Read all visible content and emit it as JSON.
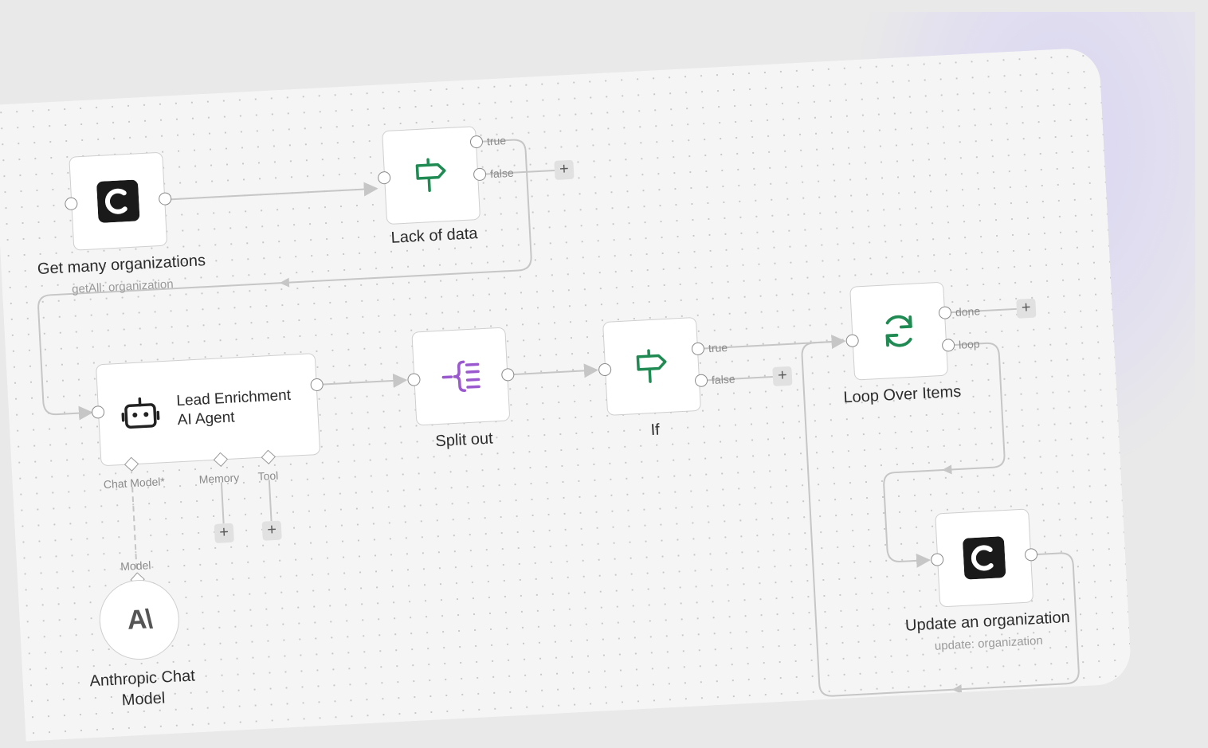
{
  "nodes": {
    "get_orgs": {
      "title": "Get many organizations",
      "subtitle": "getAll: organization"
    },
    "lack_of_data": {
      "title": "Lack of data",
      "outputs": [
        "true",
        "false"
      ]
    },
    "agent": {
      "title_line1": "Lead Enrichment",
      "title_line2": "AI Agent",
      "ports": {
        "chat_model": "Chat Model*",
        "memory": "Memory",
        "tool": "Tool"
      }
    },
    "split_out": {
      "title": "Split out"
    },
    "if_node": {
      "title": "If",
      "outputs": [
        "true",
        "false"
      ]
    },
    "loop": {
      "title": "Loop Over Items",
      "outputs": [
        "done",
        "loop"
      ]
    },
    "update_org": {
      "title": "Update an organization",
      "subtitle": "update: organization"
    },
    "anthropic": {
      "title_line1": "Anthropic Chat",
      "title_line2": "Model",
      "port_label": "Model",
      "logo_text": "A\\"
    }
  },
  "ui": {
    "plus_label": "+"
  },
  "colors": {
    "accent_green": "#1f8a52",
    "accent_purple": "#9b59d0",
    "brand_dark": "#1a1a1a",
    "edge": "#c6c6c6"
  }
}
